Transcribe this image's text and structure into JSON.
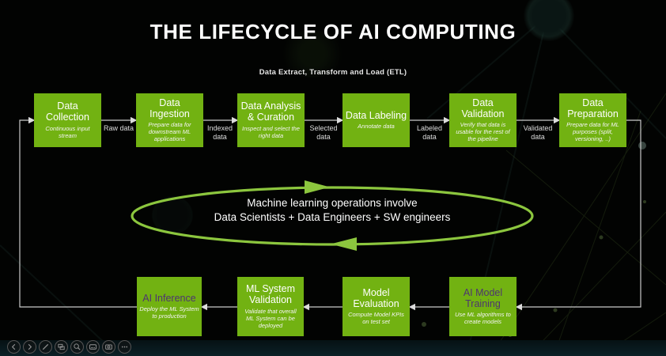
{
  "slide": {
    "title": "THE LIFECYCLE OF AI COMPUTING",
    "etl_label": "Data Extract, Transform and Load (ETL)",
    "etl_stages": [
      {
        "title": "Data Collection",
        "subtitle": "Continuous input stream"
      },
      {
        "title": "Data Ingestion",
        "subtitle": "Prepare data for downstream ML applications"
      },
      {
        "title": "Data Analysis & Curation",
        "subtitle": "Inspect and select the right data"
      },
      {
        "title": "Data Labeling",
        "subtitle": "Annotate data"
      },
      {
        "title": "Data Validation",
        "subtitle": "Verify that data is usable for the rest of the pipeline"
      },
      {
        "title": "Data Preparation",
        "subtitle": "Prepare data for ML purposes (split, versioning,  ..)"
      }
    ],
    "stage_flow_labels": [
      "Raw data",
      "Indexed data",
      "Selected data",
      "Labeled data",
      "Validated data"
    ],
    "mlops_ellipse": {
      "line1": "Machine learning operations involve",
      "line2": "Data Scientists + Data Engineers + SW engineers"
    },
    "ml_stages": [
      {
        "title": "AI Inference",
        "subtitle": "Deploy the ML System to production",
        "title_style": "purple"
      },
      {
        "title": "ML System Validation",
        "subtitle": "Validate that overall ML System can be deployed",
        "title_style": "white"
      },
      {
        "title": "Model Evaluation",
        "subtitle": "Compute Model KPIs on test set",
        "title_style": "white"
      },
      {
        "title": "AI Model Training",
        "subtitle": "Use ML algorithms to create models",
        "title_style": "purple"
      }
    ]
  },
  "toolbar": {
    "buttons": [
      "previous-slide",
      "next-slide",
      "pen-tools",
      "see-all-slides",
      "zoom",
      "subtitles",
      "camera",
      "more-options"
    ]
  },
  "colors": {
    "box_green": "#72b212",
    "ellipse_green": "#8cc63e",
    "purple_title": "#4e3570",
    "connector": "#c9c9c9",
    "background": "#020302",
    "bottom_bar": "#0b2026"
  }
}
